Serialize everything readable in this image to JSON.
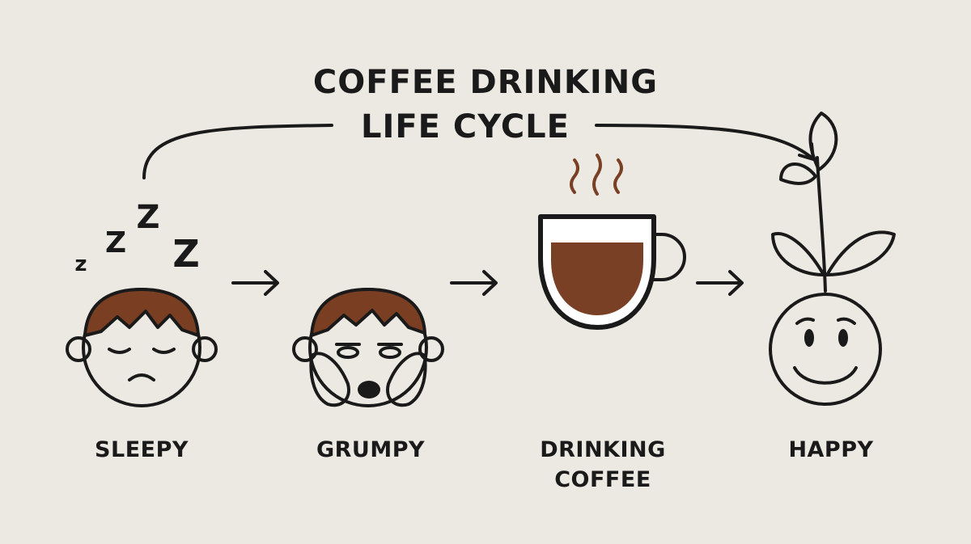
{
  "title": {
    "line1": "COFFEE DRINKING",
    "line2": "LIFE CYCLE"
  },
  "stages": [
    {
      "label": "SLEEPY"
    },
    {
      "label": "GRUMPY"
    },
    {
      "label_line1": "DRINKING",
      "label_line2": "COFFEE"
    },
    {
      "label": "HAPPY"
    }
  ],
  "sleep_letters": [
    "z",
    "Z",
    "Z",
    "Z"
  ],
  "colors": {
    "background": "#ece9e2",
    "skin": "#e3a88f",
    "hair": "#7a3f22",
    "coffee": "#7a4025",
    "happy_face": "#e9b53b",
    "leaf": "#3f7a4c"
  }
}
